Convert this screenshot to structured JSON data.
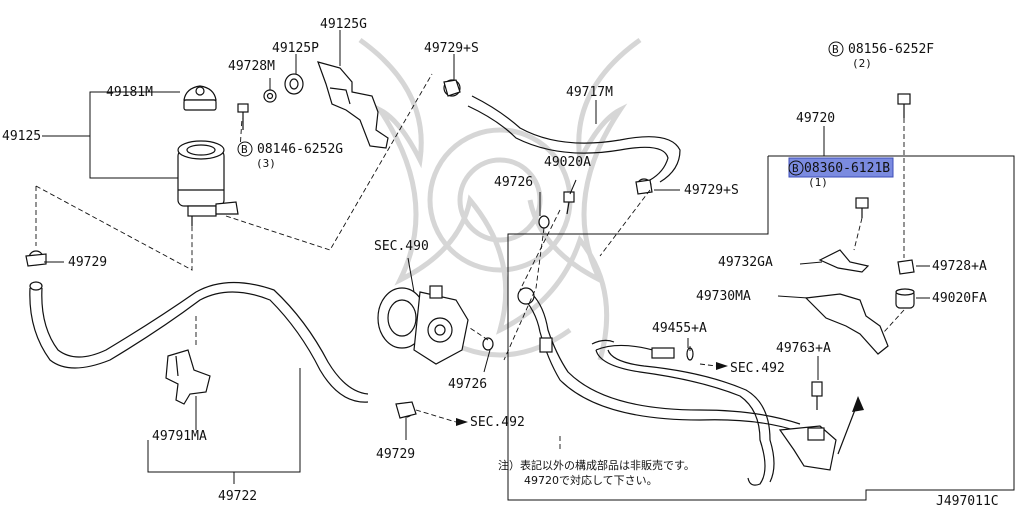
{
  "diagram_code": "J497011C",
  "labels": {
    "p49125G": "49125G",
    "p49125P": "49125P",
    "p49728M": "49728M",
    "p49181M": "49181M",
    "p49125": "49125",
    "bolt08146": "08146-6252G",
    "bolt08146_qty": "(3)",
    "p49729S_top": "49729+S",
    "p49717M": "49717M",
    "bolt08156": "08156-6252F",
    "bolt08156_qty": "(2)",
    "p49720": "49720",
    "bolt08360": "08360-6121B",
    "bolt08360_qty": "(1)",
    "p49020A": "49020A",
    "p49726_top": "49726",
    "p49729S_right": "49729+S",
    "sec490": "SEC.490",
    "p49729_left": "49729",
    "p49732GA": "49732GA",
    "p49728A": "49728+A",
    "p49730MA": "49730MA",
    "p49020FA": "49020FA",
    "p49455A": "49455+A",
    "sec492_right": "SEC.492",
    "p49763A": "49763+A",
    "p49726_bottom": "49726",
    "p49791MA": "49791MA",
    "p49729_bottom": "49729",
    "sec492_bottom": "SEC.492",
    "p49722": "49722"
  },
  "note": {
    "line1": "注）表記以外の構成部品は非販売です。",
    "line2": "49720で対応して下さい。"
  },
  "highlight": {
    "target": "08360-6121B",
    "color": "#7b8be0"
  },
  "symbols": {
    "bolt_marker": "B"
  }
}
